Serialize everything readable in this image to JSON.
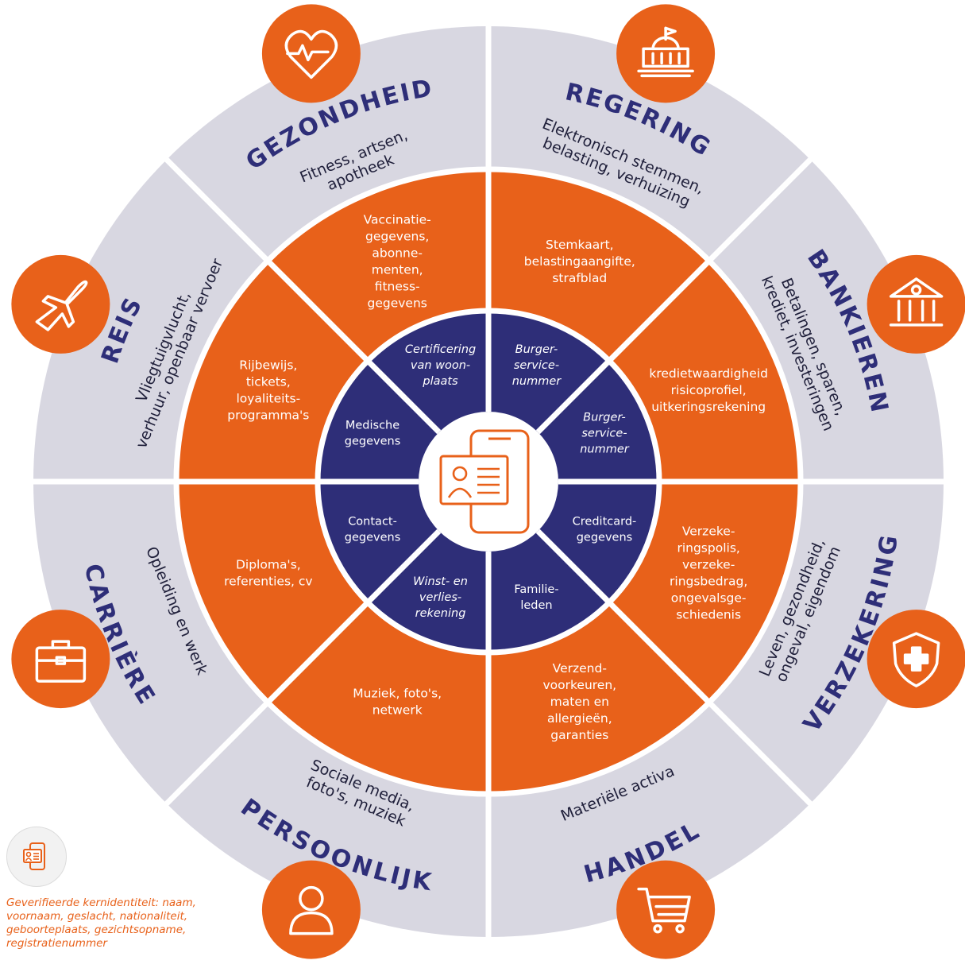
{
  "colors": {
    "outer_ring": "#d8d7e1",
    "orange": "#e8611a",
    "navy": "#2e2e78",
    "white": "#ffffff"
  },
  "sectors": [
    {
      "id": "regering",
      "title": "REGERING",
      "subtitle_lines": [
        "Elektronisch stemmen,",
        "belasting, verhuizing"
      ],
      "middle_lines": [
        "Stemkaart,",
        "belastingaangifte,",
        "strafblad"
      ],
      "icon": "capitol-building-icon"
    },
    {
      "id": "bankieren",
      "title": "BANKIEREN",
      "subtitle_lines": [
        "Betalingen, sparen,",
        "krediet, investeringen"
      ],
      "middle_lines": [
        "kredietwaardigheid",
        "risicoprofiel,",
        "uitkeringsrekening"
      ],
      "icon": "bank-euro-icon"
    },
    {
      "id": "verzekering",
      "title": "VERZEKERING",
      "subtitle_lines": [
        "Leven, gezondheid,",
        "ongeval, eigendom"
      ],
      "middle_lines": [
        "Verzeke-",
        "ringspolis,",
        "verzeke-",
        "ringsbedrag,",
        "ongevalsge-",
        "schiedenis"
      ],
      "icon": "shield-plus-icon"
    },
    {
      "id": "handel",
      "title": "HANDEL",
      "subtitle_lines": [
        "Materiële activa"
      ],
      "middle_lines": [
        "Verzend-",
        "voorkeuren,",
        "maten en",
        "allergieën,",
        "garanties"
      ],
      "icon": "shopping-cart-icon"
    },
    {
      "id": "persoonlijk",
      "title": "PERSOONLIJK",
      "subtitle_lines": [
        "Sociale media,",
        "foto's, muziek"
      ],
      "middle_lines": [
        "Muziek, foto's,",
        "netwerk"
      ],
      "icon": "person-icon"
    },
    {
      "id": "carriere",
      "title": "CARRIÈRE",
      "subtitle_lines": [
        "Opleiding en werk"
      ],
      "middle_lines": [
        "Diploma's,",
        "referenties, cv"
      ],
      "icon": "briefcase-icon"
    },
    {
      "id": "reis",
      "title": "REIS",
      "subtitle_lines": [
        "Vliegtuigvlucht,",
        "verhuur, openbaar vervoer"
      ],
      "middle_lines": [
        "Rijbewijs,",
        "tickets,",
        "loyaliteits-",
        "programma's"
      ],
      "icon": "airplane-icon"
    },
    {
      "id": "gezondheid",
      "title": "GEZONDHEID",
      "subtitle_lines": [
        "Fitness, artsen,",
        "apotheek"
      ],
      "middle_lines": [
        "Vaccinatie-",
        "gegevens,",
        "abonne-",
        "menten,",
        "fitness-",
        "gegevens"
      ],
      "icon": "heart-pulse-icon"
    }
  ],
  "inner_sectors": [
    {
      "lines": [
        "Burger-",
        "service-",
        "nummer"
      ],
      "italic": true
    },
    {
      "lines": [
        "Burger-",
        "service-",
        "nummer"
      ],
      "italic": true
    },
    {
      "lines": [
        "Creditcard-",
        "gegevens"
      ],
      "italic": false
    },
    {
      "lines": [
        "Familie-",
        "leden"
      ],
      "italic": false
    },
    {
      "lines": [
        "Winst- en",
        "verlies-",
        "rekening"
      ],
      "italic": true
    },
    {
      "lines": [
        "Contact-",
        "gegevens"
      ],
      "italic": false
    },
    {
      "lines": [
        "Medische",
        "gegevens"
      ],
      "italic": false
    },
    {
      "lines": [
        "Certificering",
        "van woon-",
        "plaats"
      ],
      "italic": true
    }
  ],
  "center": {
    "icon": "identity-card-phone-icon"
  },
  "legend": {
    "icon": "identity-card-phone-icon",
    "text": "Geverifieerde kernidentiteit: naam, voornaam, geslacht, nationaliteit, geboorteplaats, gezichtsopname, registratienummer"
  }
}
